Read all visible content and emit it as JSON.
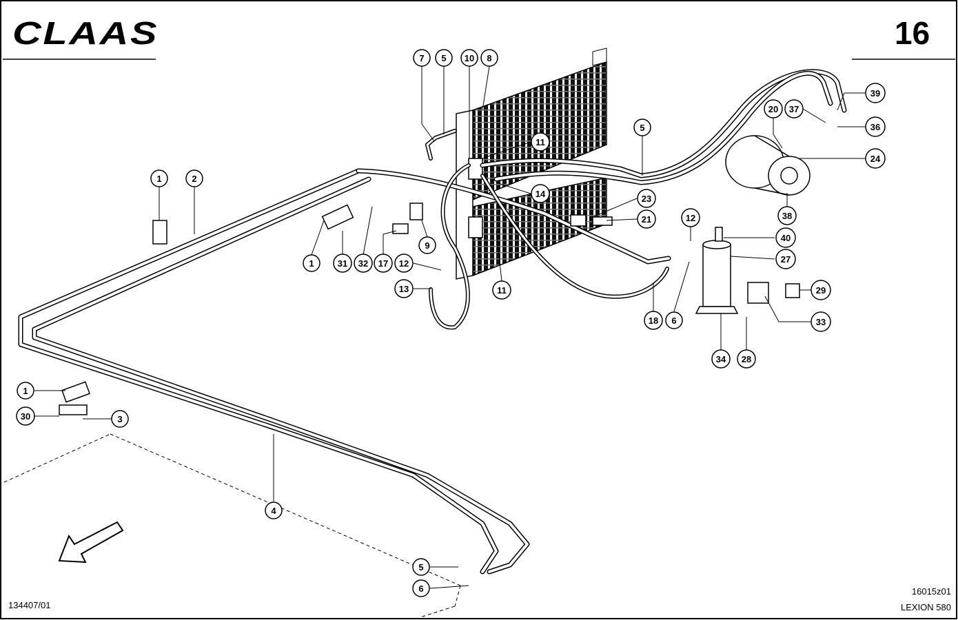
{
  "header": {
    "logo": "CLAAS",
    "page_number": "16"
  },
  "footer": {
    "drawing_ref": "134407/01",
    "figure_code": "16015z01",
    "model": "LEXION 580"
  },
  "callouts": [
    {
      "id": "c1a",
      "label": "1"
    },
    {
      "id": "c2",
      "label": "2"
    },
    {
      "id": "c7",
      "label": "7"
    },
    {
      "id": "c5a",
      "label": "5"
    },
    {
      "id": "c10",
      "label": "10"
    },
    {
      "id": "c8",
      "label": "8"
    },
    {
      "id": "c11a",
      "label": "11"
    },
    {
      "id": "c14",
      "label": "14"
    },
    {
      "id": "c5b",
      "label": "5"
    },
    {
      "id": "c23",
      "label": "23"
    },
    {
      "id": "c21",
      "label": "21"
    },
    {
      "id": "c1b",
      "label": "1"
    },
    {
      "id": "c31",
      "label": "31"
    },
    {
      "id": "c32",
      "label": "32"
    },
    {
      "id": "c17",
      "label": "17"
    },
    {
      "id": "c9",
      "label": "9"
    },
    {
      "id": "c12a",
      "label": "12"
    },
    {
      "id": "c13",
      "label": "13"
    },
    {
      "id": "c11b",
      "label": "11"
    },
    {
      "id": "c12b",
      "label": "12"
    },
    {
      "id": "c18",
      "label": "18"
    },
    {
      "id": "c6a",
      "label": "6"
    },
    {
      "id": "c40",
      "label": "40"
    },
    {
      "id": "c27",
      "label": "27"
    },
    {
      "id": "c29",
      "label": "29"
    },
    {
      "id": "c33",
      "label": "33"
    },
    {
      "id": "c34",
      "label": "34"
    },
    {
      "id": "c28",
      "label": "28"
    },
    {
      "id": "c20",
      "label": "20"
    },
    {
      "id": "c37",
      "label": "37"
    },
    {
      "id": "c39",
      "label": "39"
    },
    {
      "id": "c36",
      "label": "36"
    },
    {
      "id": "c24",
      "label": "24"
    },
    {
      "id": "c38",
      "label": "38"
    },
    {
      "id": "c1c",
      "label": "1"
    },
    {
      "id": "c30",
      "label": "30"
    },
    {
      "id": "c3",
      "label": "3"
    },
    {
      "id": "c4",
      "label": "4"
    },
    {
      "id": "c5c",
      "label": "5"
    },
    {
      "id": "c6b",
      "label": "6"
    }
  ]
}
